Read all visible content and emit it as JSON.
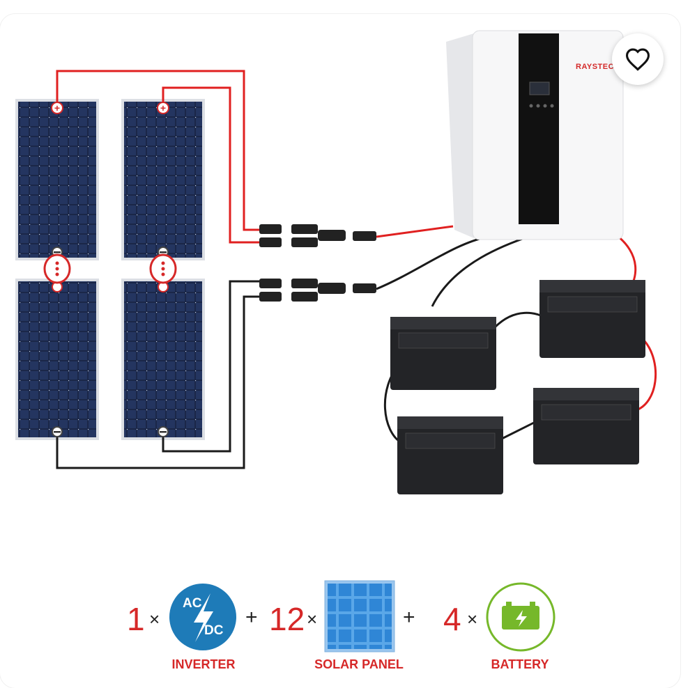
{
  "brand": "RAYSTECH",
  "favorite": {
    "icon": "heart-icon"
  },
  "colors": {
    "red_wire": "#e02020",
    "black_wire": "#1a1a1a",
    "accent_red": "#d62828",
    "inverter_blue": "#1e7bb8",
    "battery_green": "#76b82a",
    "panel_blue": "#3a8fd8"
  },
  "legend": {
    "inverter": {
      "qty": "1",
      "times": "×",
      "ac": "AC",
      "dc": "DC",
      "label": "INVERTER"
    },
    "plus1": "+",
    "panel": {
      "qty": "12",
      "times": "×",
      "label": "SOLAR PANEL"
    },
    "plus2": "+",
    "battery": {
      "qty": "4",
      "times": "×",
      "label": "BATTERY"
    }
  }
}
